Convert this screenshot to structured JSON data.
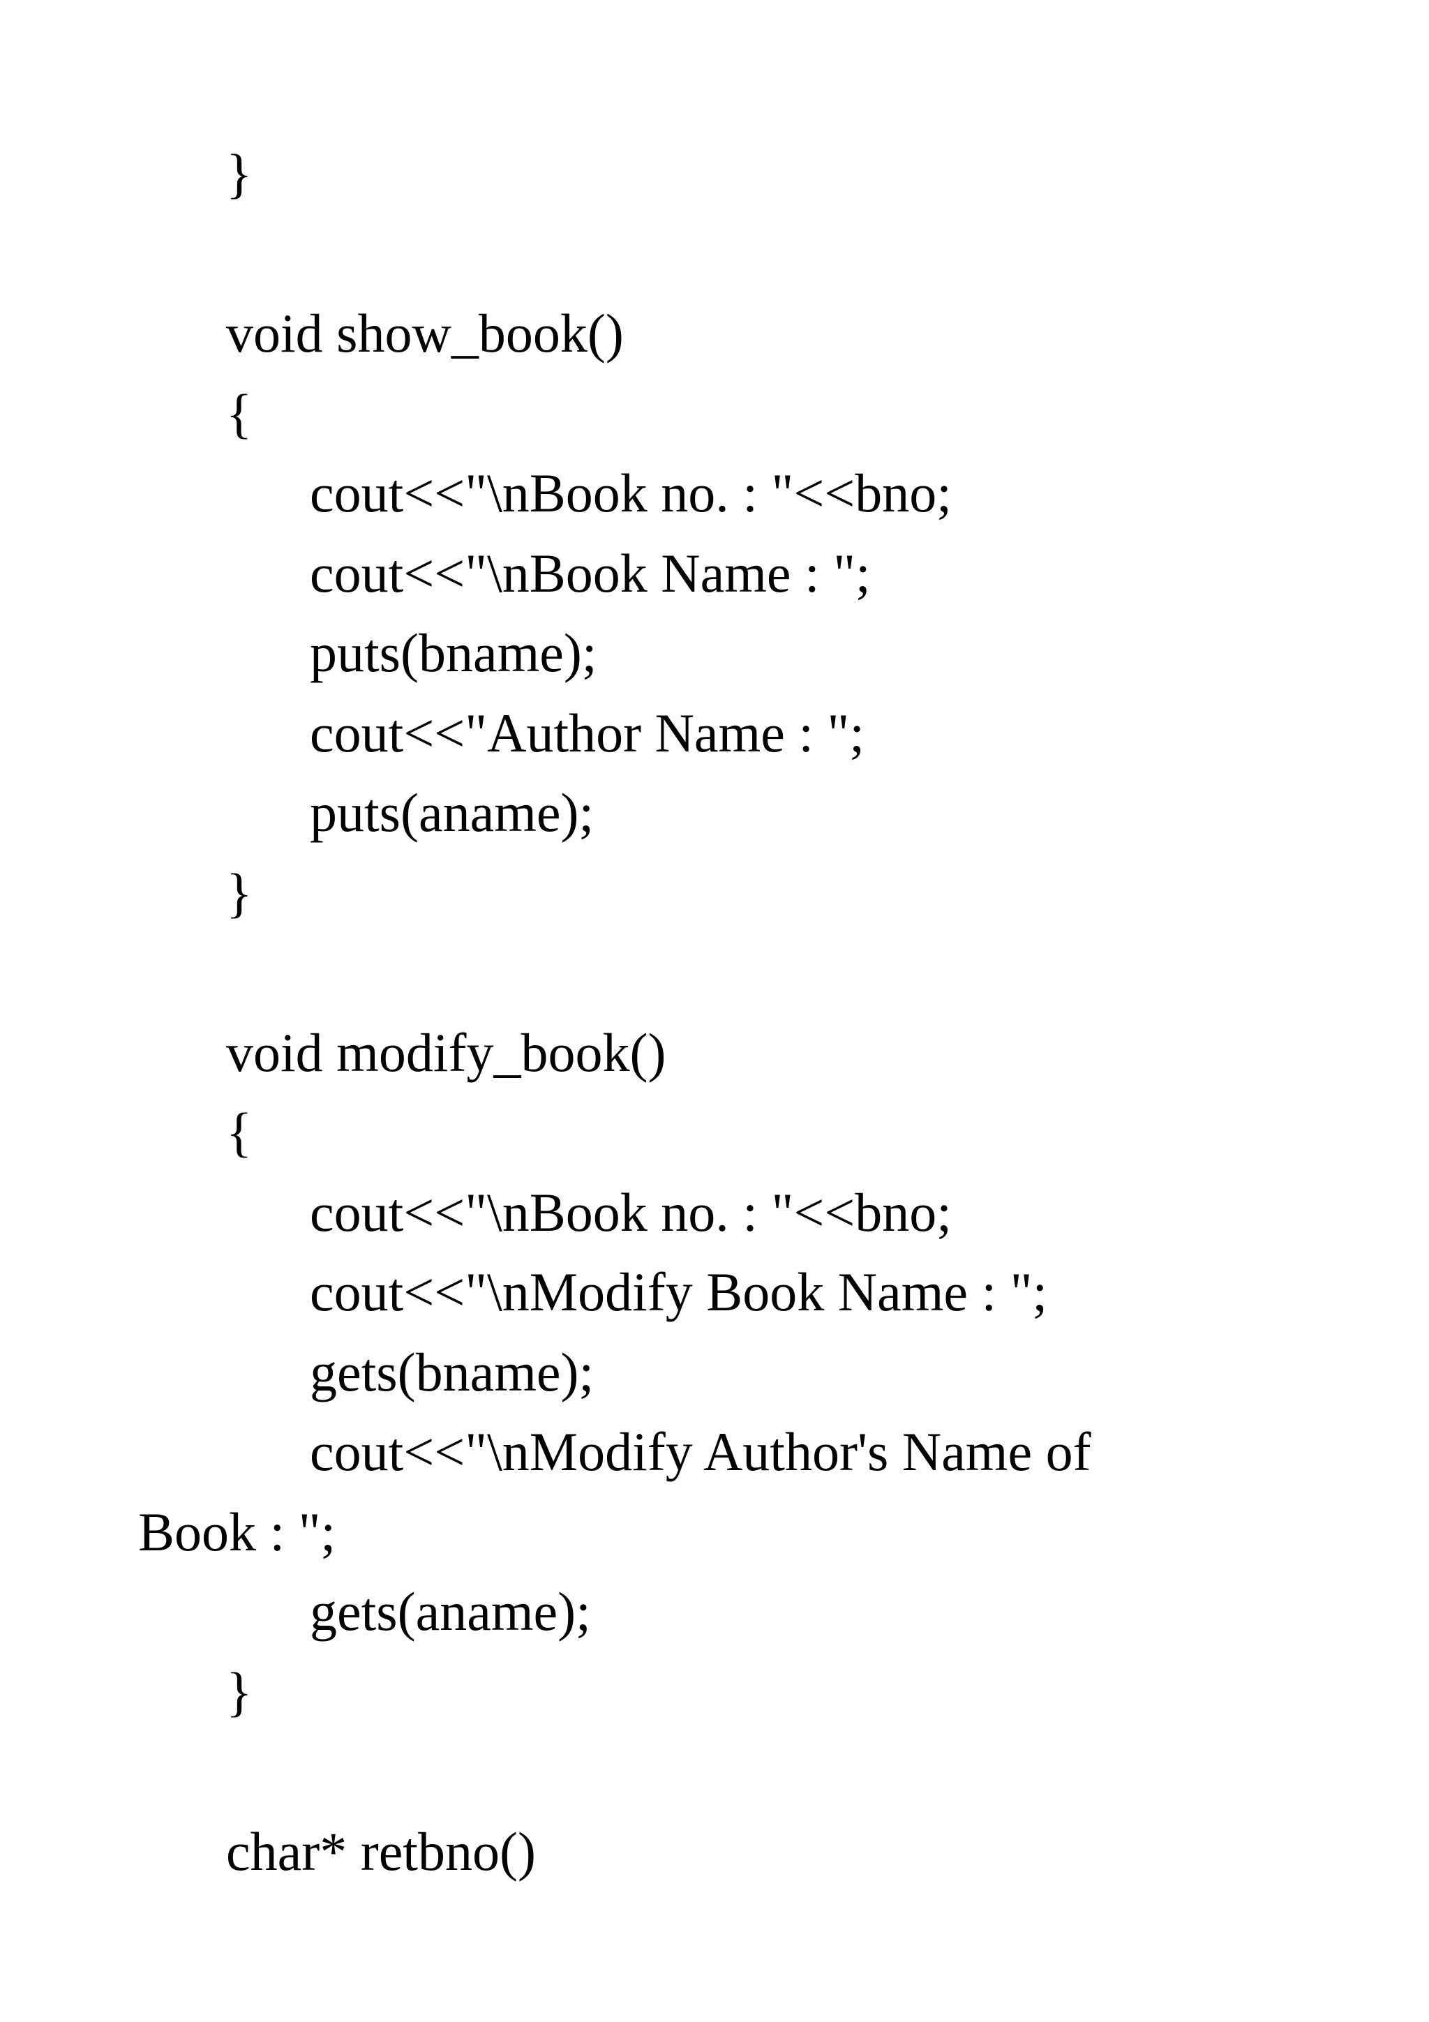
{
  "document": {
    "colors": {
      "background": "#ffffff",
      "text": "#030303"
    },
    "lines": [
      {
        "text": "}",
        "level": "margin"
      },
      {
        "text": "",
        "level": "blank"
      },
      {
        "text": "void show_book()",
        "level": "margin"
      },
      {
        "text": "{",
        "level": "margin"
      },
      {
        "text": "cout<<\"\\nBook no. : \"<<bno;",
        "level": "statement"
      },
      {
        "text": "cout<<\"\\nBook Name : \";",
        "level": "statement"
      },
      {
        "text": "puts(bname);",
        "level": "statement"
      },
      {
        "text": "cout<<\"Author Name : \";",
        "level": "statement"
      },
      {
        "text": "puts(aname);",
        "level": "statement"
      },
      {
        "text": "}",
        "level": "margin"
      },
      {
        "text": "",
        "level": "blank"
      },
      {
        "text": "void modify_book()",
        "level": "margin"
      },
      {
        "text": "{",
        "level": "margin"
      },
      {
        "text": "cout<<\"\\nBook no. : \"<<bno;",
        "level": "statement"
      },
      {
        "text": "cout<<\"\\nModify Book Name : \";",
        "level": "statement"
      },
      {
        "text": "gets(bname);",
        "level": "statement"
      },
      {
        "text": "cout<<\"\\nModify Author's Name of",
        "level": "statement"
      },
      {
        "text": "Book : \";",
        "level": "wrap-continuation"
      },
      {
        "text": "gets(aname);",
        "level": "statement"
      },
      {
        "text": "}",
        "level": "margin"
      },
      {
        "text": "",
        "level": "blank"
      },
      {
        "text": "char* retbno()",
        "level": "margin"
      }
    ]
  }
}
